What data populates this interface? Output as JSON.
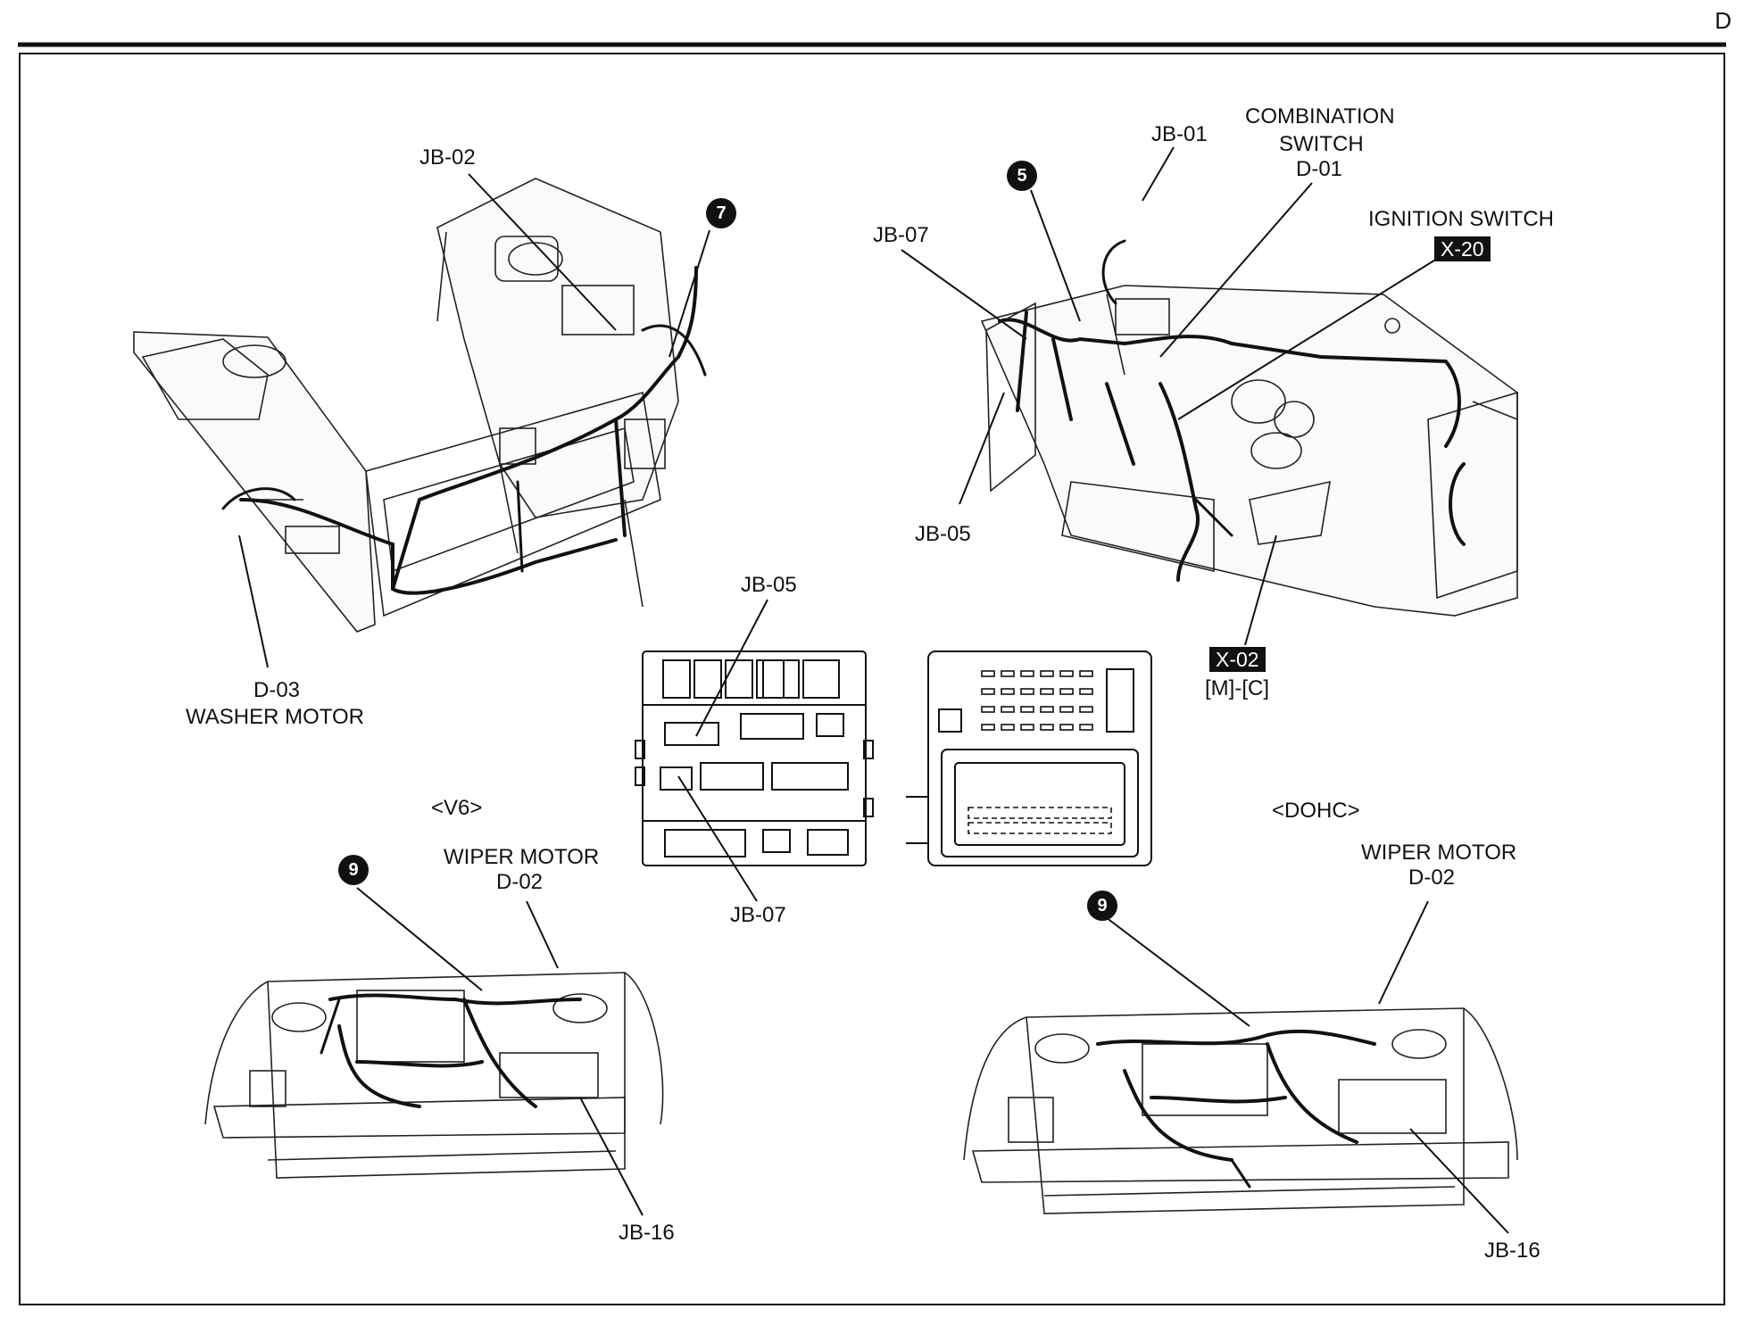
{
  "page_letter": "D",
  "top_left": {
    "callouts": {
      "jb02": "JB-02",
      "d03": "D-03",
      "washer": "WASHER MOTOR"
    },
    "marker": "7"
  },
  "top_right": {
    "callouts": {
      "jb01": "JB-01",
      "combination": "COMBINATION",
      "switch": "SWITCH",
      "d01": "D-01",
      "ignition": "IGNITION SWITCH",
      "x20": "X-20",
      "jb07": "JB-07",
      "jb05": "JB-05",
      "x02": "X-02",
      "mc": "[M]-[C]"
    },
    "marker": "5"
  },
  "center": {
    "jb05": "JB-05",
    "jb07": "JB-07"
  },
  "bottom_left": {
    "variant": "<V6>",
    "wiper": "WIPER MOTOR",
    "d02": "D-02",
    "jb16": "JB-16",
    "marker": "9"
  },
  "bottom_right": {
    "variant": "<DOHC>",
    "wiper": "WIPER MOTOR",
    "d02": "D-02",
    "jb16": "JB-16",
    "marker": "9"
  }
}
